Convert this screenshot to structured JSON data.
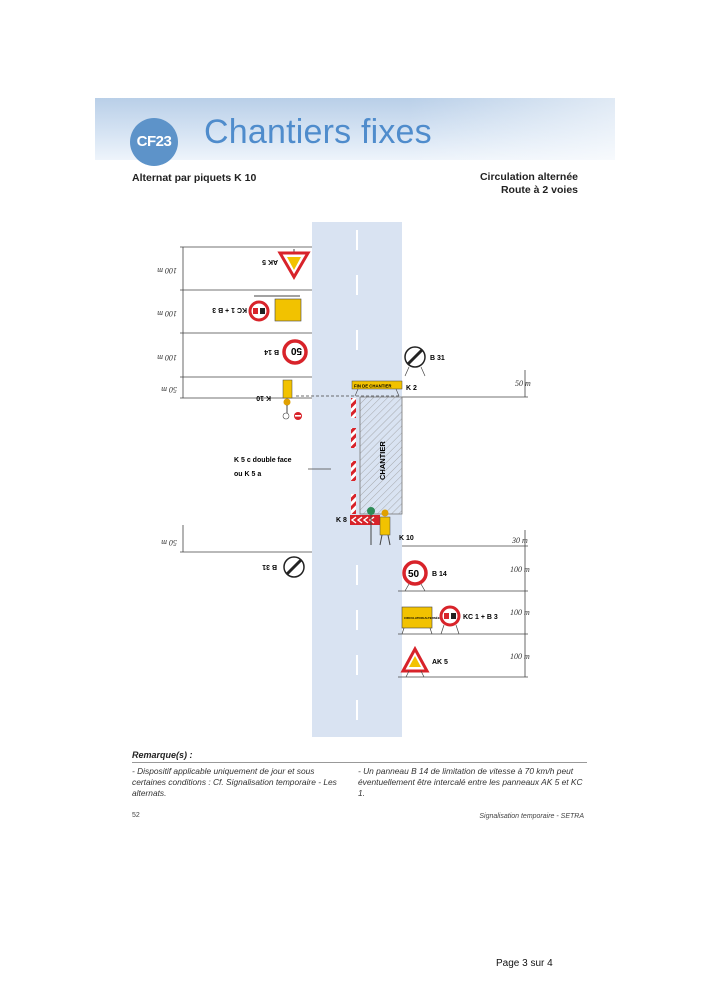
{
  "header": {
    "badge": "CF23",
    "title": "Chantiers fixes",
    "subtitle_left": "Alternat par piquets K 10",
    "subtitle_right_line1": "Circulation alternée",
    "subtitle_right_line2": "Route à 2 voies"
  },
  "diagram": {
    "left_distances": [
      "100 m",
      "100 m",
      "100 m",
      "50 m",
      "50 m"
    ],
    "right_distances": [
      "50 m",
      "30 m",
      "100 m",
      "100 m",
      "100 m"
    ],
    "left_labels": {
      "ak5": "AK 5",
      "kc1b3": "KC 1 + B 3",
      "b14": "B 14",
      "k10": "K 10",
      "b31": "B 31",
      "k5_line1": "K 5 c double face",
      "k5_line2": "ou K 5 a"
    },
    "right_labels": {
      "b31": "B 31",
      "k2": "K 2",
      "k8": "K 8",
      "k10": "K 10",
      "b14": "B 14",
      "kc1b3": "KC 1 + B 3",
      "ak5": "AK 5"
    },
    "sign_texts": {
      "speed": "50",
      "fin_chantier": "FIN DE CHANTIER",
      "circulation_alternee": "CIRCULATION ALTERNÉE",
      "chantier": "CHANTIER"
    }
  },
  "remarks": {
    "heading": "Remarque(s) :",
    "left": "- Dispositif applicable uniquement de jour et sous certaines conditions : Cf. Signalisation temporaire - Les alternats.",
    "right": "- Un panneau B 14 de limitation de vitesse à 70 km/h peut éventuellement être intercalé entre les panneaux AK 5 et KC 1."
  },
  "footer": {
    "page_number": "52",
    "source": "Signalisation temporaire - SETRA",
    "page_indicator": "Page 3 sur 4"
  },
  "colors": {
    "title_blue": "#4f8ccc",
    "road": "#d9e3f2",
    "sign_red": "#d8232a",
    "sign_yellow": "#f2c200"
  }
}
